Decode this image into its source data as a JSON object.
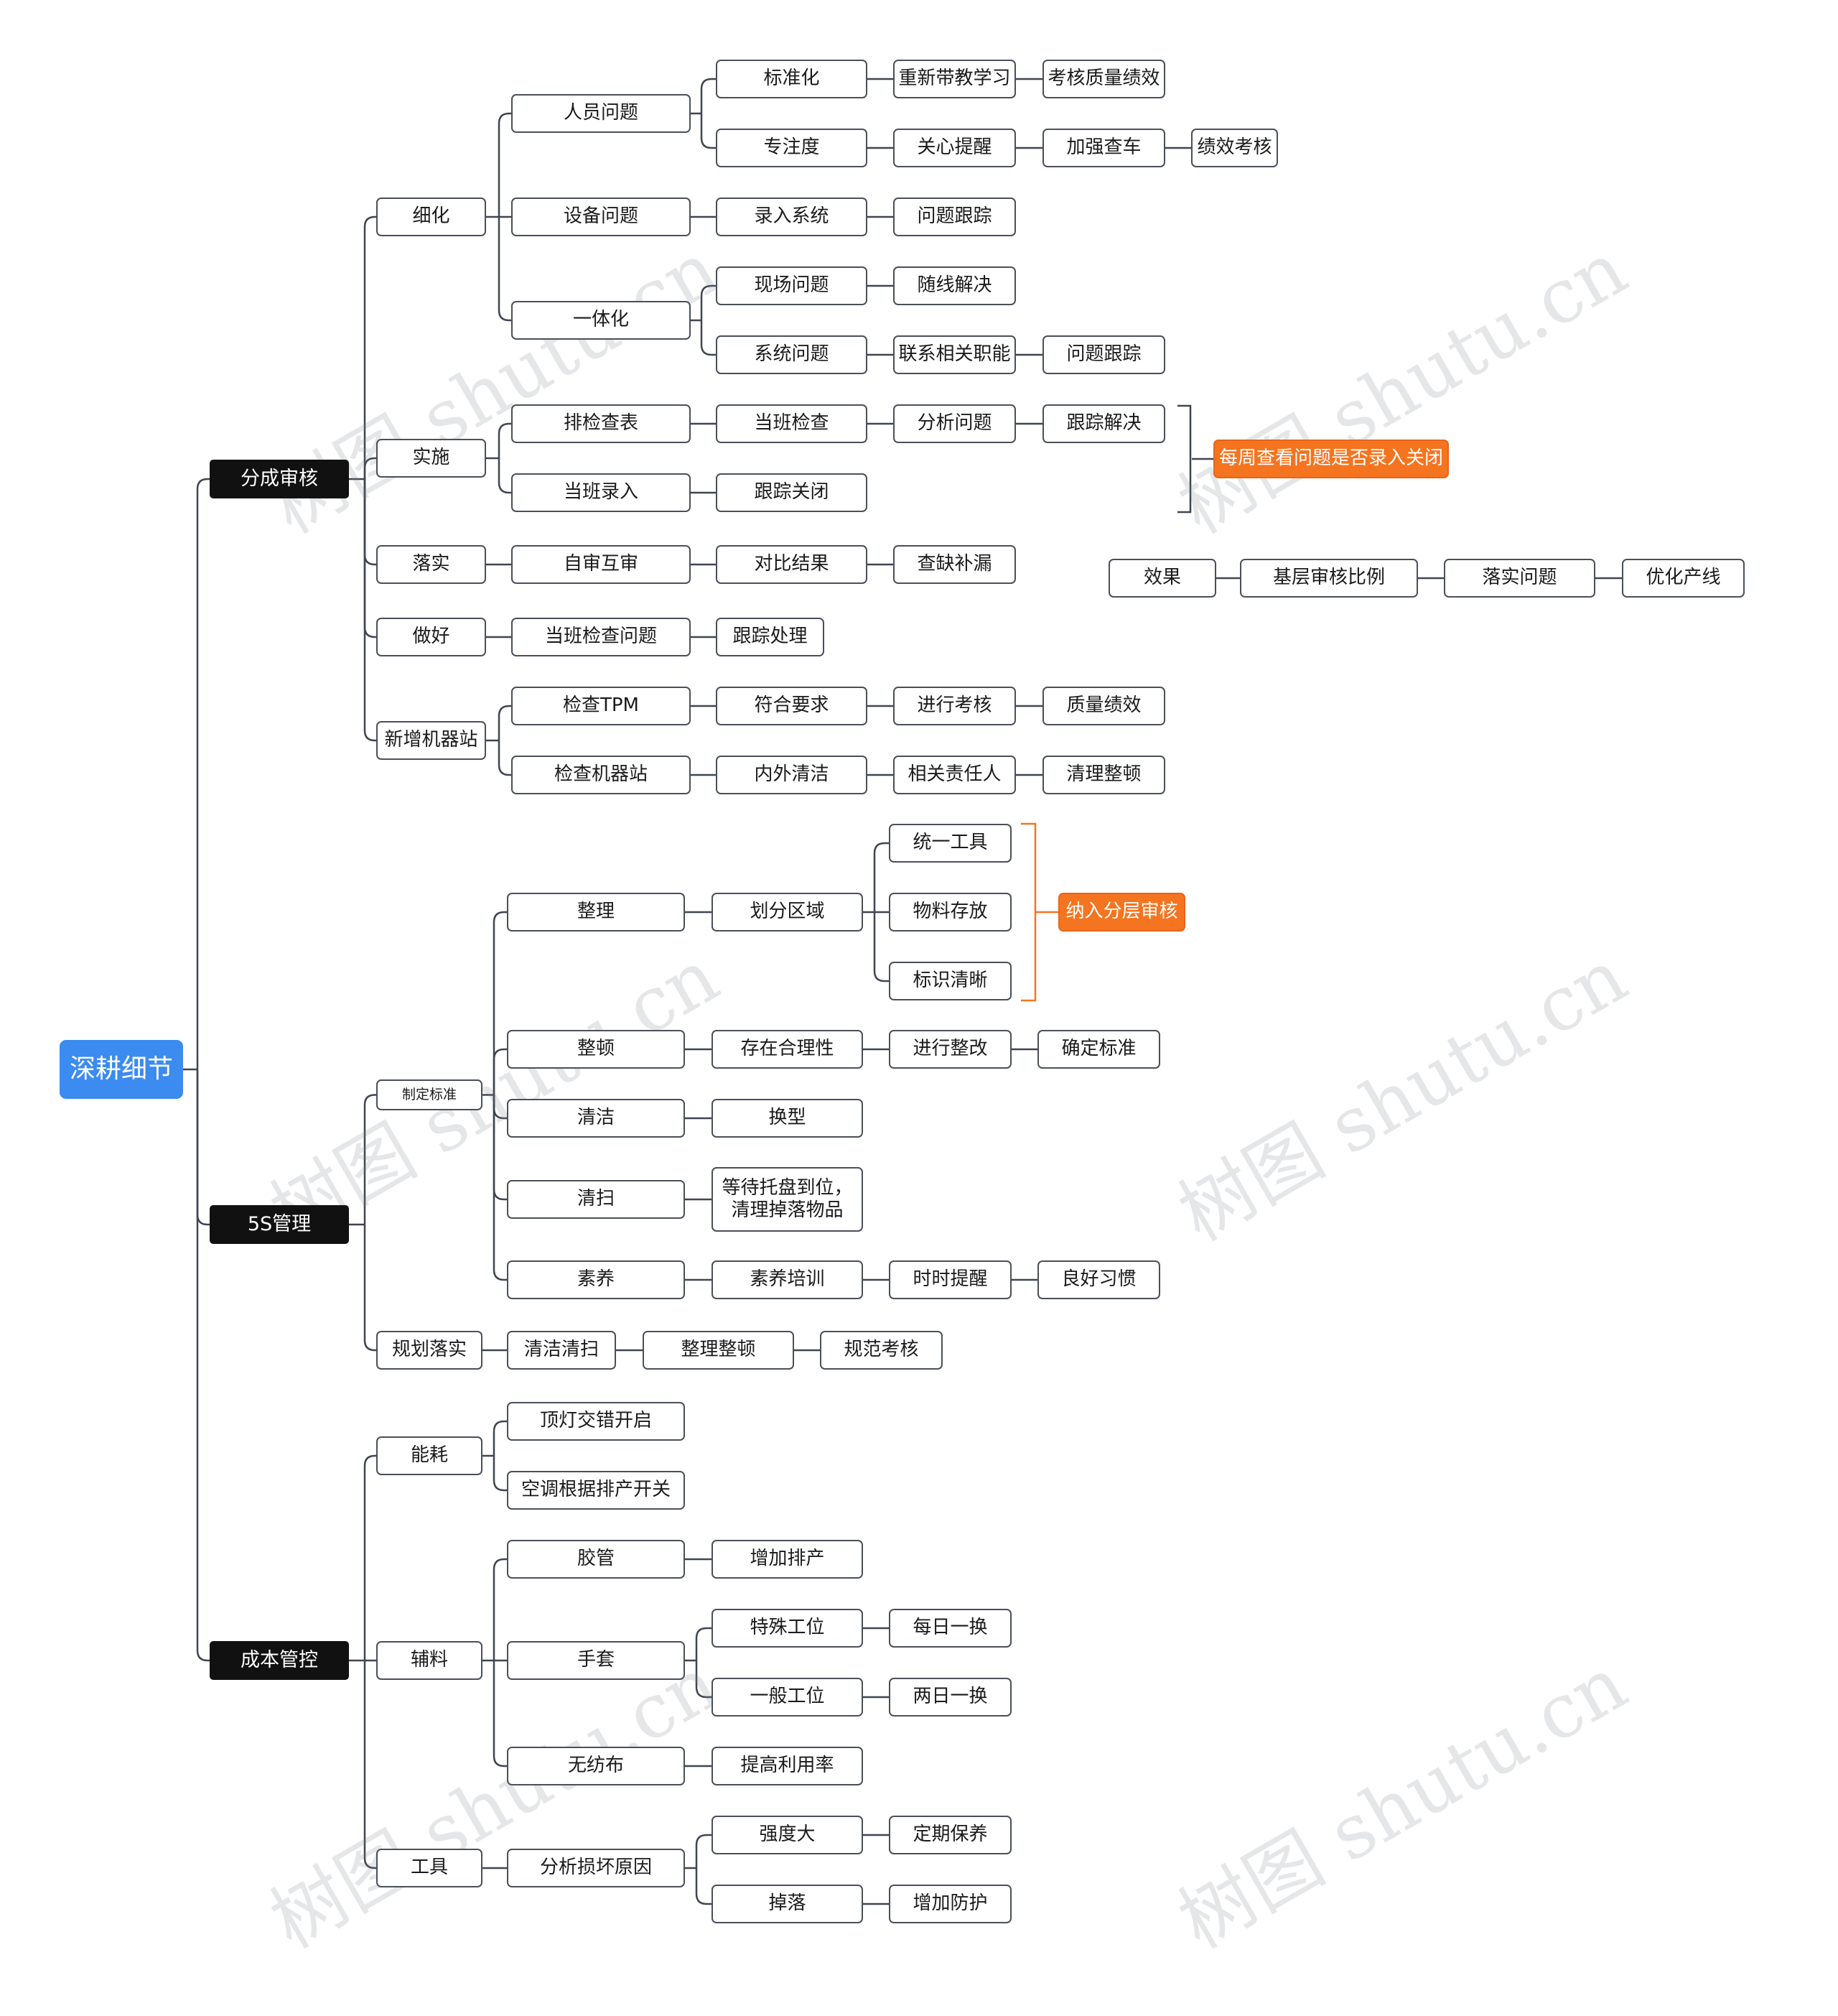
{
  "root": "深耕细节",
  "branches": {
    "audit": {
      "label": "分成审核",
      "detail": {
        "label": "细化",
        "people": {
          "label": "人员问题",
          "standard": {
            "label": "标准化",
            "c1": "重新带教学习",
            "c2": "考核质量绩效"
          },
          "focus": {
            "label": "专注度",
            "c1": "关心提醒",
            "c2": "加强查车",
            "c3": "绩效考核"
          }
        },
        "equipment": {
          "label": "设备问题",
          "c1": "录入系统",
          "c2": "问题跟踪"
        },
        "integration": {
          "label": "一体化",
          "site": {
            "label": "现场问题",
            "c1": "随线解决"
          },
          "system": {
            "label": "系统问题",
            "c1": "联系相关职能",
            "c2": "问题跟踪"
          }
        }
      },
      "implement": {
        "label": "实施",
        "schedule": {
          "label": "排检查表",
          "c1": "当班检查",
          "c2": "分析问题",
          "c3": "跟踪解决"
        },
        "record": {
          "label": "当班录入",
          "c1": "跟踪关闭"
        }
      },
      "implement_summary": "每周查看问题是否录入关闭",
      "execute": {
        "label": "落实",
        "c1": "自审互审",
        "c2": "对比结果",
        "c3": "查缺补漏"
      },
      "do_well": {
        "label": "做好",
        "c1": "当班检查问题",
        "c2": "跟踪处理"
      },
      "new_station": {
        "label": "新增机器站",
        "tpm": {
          "label": "检查TPM",
          "c1": "符合要求",
          "c2": "进行考核",
          "c3": "质量绩效"
        },
        "station": {
          "label": "检查机器站",
          "c1": "内外清洁",
          "c2": "相关责任人",
          "c3": "清理整顿"
        }
      }
    },
    "effect": {
      "c0": "效果",
      "c1": "基层审核比例",
      "c2": "落实问题",
      "c3": "优化产线"
    },
    "five_s": {
      "label": "5S管理",
      "standards": {
        "label": "制定标准",
        "sort": {
          "label": "整理",
          "c1": "划分区域",
          "items": [
            "统一工具",
            "物料存放",
            "标识清晰"
          ]
        },
        "sort_summary": "纳入分层审核",
        "set": {
          "label": "整顿",
          "c1": "存在合理性",
          "c2": "进行整改",
          "c3": "确定标准"
        },
        "clean": {
          "label": "清洁",
          "c1": "换型"
        },
        "sweep": {
          "label": "清扫",
          "c1": "等待托盘到位，\n清理掉落物品"
        },
        "discipline": {
          "label": "素养",
          "c1": "素养培训",
          "c2": "时时提醒",
          "c3": "良好习惯"
        }
      },
      "plan": {
        "label": "规划落实",
        "c1": "清洁清扫",
        "c2": "整理整顿",
        "c3": "规范考核"
      }
    },
    "cost": {
      "label": "成本管控",
      "energy": {
        "label": "能耗",
        "c1": "顶灯交错开启",
        "c2": "空调根据排产开关"
      },
      "materials": {
        "label": "辅料",
        "hose": {
          "label": "胶管",
          "c1": "增加排产"
        },
        "gloves": {
          "label": "手套",
          "special": {
            "label": "特殊工位",
            "c1": "每日一换"
          },
          "general": {
            "label": "一般工位",
            "c1": "两日一换"
          }
        },
        "nonwoven": {
          "label": "无纺布",
          "c1": "提高利用率"
        }
      },
      "tools": {
        "label": "工具",
        "analysis": {
          "label": "分析损坏原因",
          "strength": {
            "label": "强度大",
            "c1": "定期保养"
          },
          "drop": {
            "label": "掉落",
            "c1": "增加防护"
          }
        }
      }
    }
  },
  "watermark": "树图 shutu.cn",
  "colors": {
    "root": "#3b8bf0",
    "level1": "#111111",
    "tag": "#f5741f",
    "line": "#3f4552",
    "bracket": "#f5741f"
  }
}
